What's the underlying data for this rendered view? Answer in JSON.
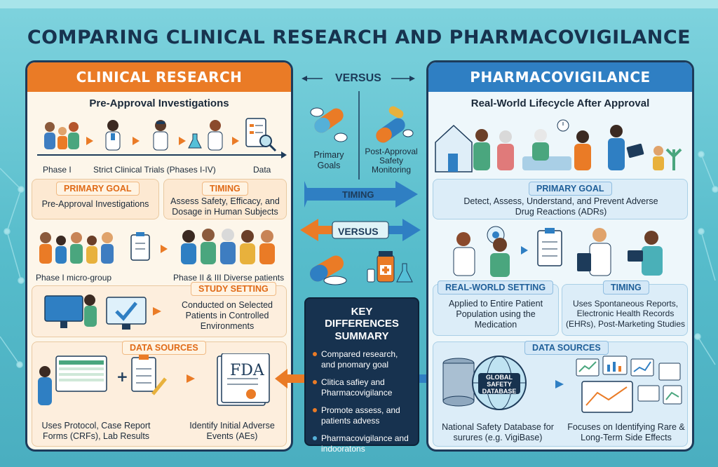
{
  "title": "COMPARING CLINICAL RESEARCH AND PHARMACOVIGILANCE",
  "colors": {
    "clinical": "#ea7b26",
    "pharmaco": "#2f7fc3",
    "navy": "#17324f"
  },
  "left": {
    "header": "CLINICAL RESEARCH",
    "subtitle": "Pre-Approval Investigations",
    "timeline": {
      "phase1": "Phase I",
      "trials": "Strict Clinical Trials (Phases I-IV)",
      "data": "Data"
    },
    "primary_goal": {
      "tag": "PRIMARY GOAL",
      "text": "Pre-Approval Investigations"
    },
    "timing": {
      "tag": "TIMING",
      "text": "Assess Safety, Efficacy, and Dosage in Human Subjects"
    },
    "groups": {
      "micro": "Phase I micro-group",
      "diverse": "Phase II & III Diverse patients"
    },
    "study_setting": {
      "tag": "STUDY SETTING",
      "text": "Conducted on Selected Patients in Controlled Environments"
    },
    "data_sources": {
      "tag": "DATA SOURCES",
      "fda": "FDA",
      "uses": "Uses Protocol, Case Report Forms (CRFs), Lab Results",
      "identify": "Identify Initial Adverse Events (AEs)"
    }
  },
  "center": {
    "versus_top": "VERSUS",
    "primary_goals": "Primary Goals",
    "post_approval": "Post-Approval Safety Monitoring",
    "timing": "TIMING",
    "versus_mid": "VERSUS",
    "key_differences": {
      "title": "KEY DIFFERENCES SUMMARY",
      "items": [
        "Compared research, and pnomary goal",
        "Clitica safiey and Pharmacovigilance",
        "Promote assess, and patients advess",
        "Pharmacovigilance and indooratons"
      ]
    }
  },
  "right": {
    "header": "PHARMACOVIGILANCE",
    "subtitle": "Real-World Lifecycle After Approval",
    "primary_goal": {
      "tag": "PRIMARY GOAL",
      "text": "Detect, Assess, Understand, and Prevent Adverse Drug Reactions (ADRs)"
    },
    "real_world": {
      "tag": "REAL-WORLD SETTING",
      "text": "Applied to Entire Patient Population using the Medication"
    },
    "timing": {
      "tag": "TIMING",
      "text": "Uses Spontaneous Reports, Electronic Health Records (EHRs), Post-Marketing Studies"
    },
    "data_sources": {
      "tag": "DATA SOURCES",
      "globe": "GLOBAL SAFETY DATABASE",
      "national": "National Safety Database for surures (e.g. VigiBase)",
      "focuses": "Focuses on Identifying Rare & Long-Term Side Effects"
    }
  }
}
